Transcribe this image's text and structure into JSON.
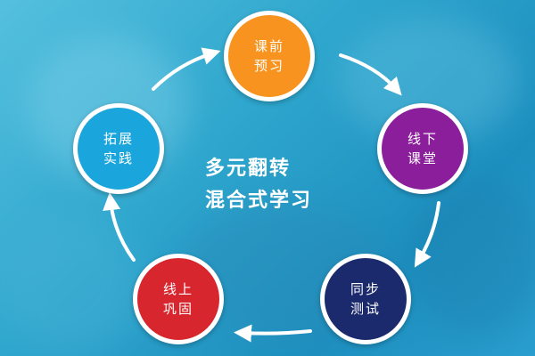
{
  "center": {
    "line1": "多元翻转",
    "line2": "混合式学习"
  },
  "nodes": [
    {
      "id": "preview",
      "line1": "课前",
      "line2": "预习",
      "color": "#f7931e"
    },
    {
      "id": "offline-class",
      "line1": "线下",
      "line2": "课堂",
      "color": "#8b1e9b"
    },
    {
      "id": "sync-test",
      "line1": "同步",
      "line2": "测试",
      "color": "#1a2a6c"
    },
    {
      "id": "online-review",
      "line1": "线上",
      "line2": "巩固",
      "color": "#d7262d"
    },
    {
      "id": "practice",
      "line1": "拓展",
      "line2": "实践",
      "color": "#1aa6dd"
    }
  ],
  "colors": {
    "ring": "#ffffff",
    "arrow": "#ffffff"
  }
}
